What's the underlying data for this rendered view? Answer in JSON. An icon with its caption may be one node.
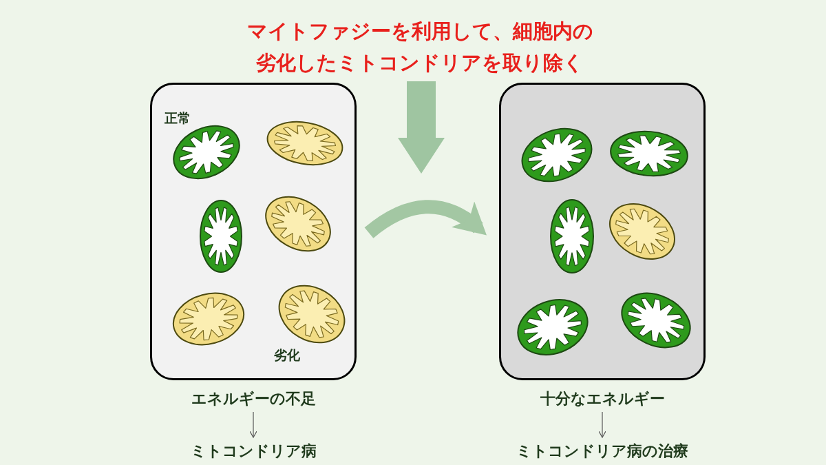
{
  "diagram": {
    "title": "マイトファジーを利用して、細胞内の劣化したミトコンドリアを取り除く",
    "nodes": [
      {
        "text": [
          "正常",
          "劣化"
        ]
      },
      {
        "text": [],
        "shape": "box"
      },
      {
        "text": [
          "エネルギーの不足"
        ]
      },
      {
        "text": [
          "ミトコンドリア病"
        ]
      },
      {
        "text": [
          "十分なエネルギー"
        ]
      },
      {
        "text": [
          "ミトコンドリア病の治療"
        ]
      }
    ],
    "edges": [
      {
        "from": 0,
        "to": 1,
        "arrow": "to",
        "style": "thick",
        "color": "#a3c7a3"
      },
      {
        "from": 2,
        "to": 3,
        "arrow": "to"
      },
      {
        "from": 4,
        "to": 5,
        "arrow": "to"
      }
    ]
  }
}
